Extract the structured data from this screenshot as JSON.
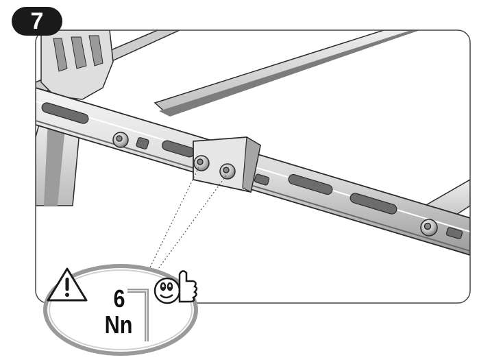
{
  "step": {
    "number": "7"
  },
  "torque": {
    "value": "6",
    "unit": "Nn"
  },
  "colors": {
    "frame_light": "#ececec",
    "frame_mid": "#cfcfcf",
    "frame_dark": "#8a8a8a",
    "outline": "#2a2a2a",
    "badge": "#1a1a1a"
  },
  "icons": [
    "warning-icon",
    "thumbs-up-mascot-icon",
    "hex-key-icon"
  ]
}
